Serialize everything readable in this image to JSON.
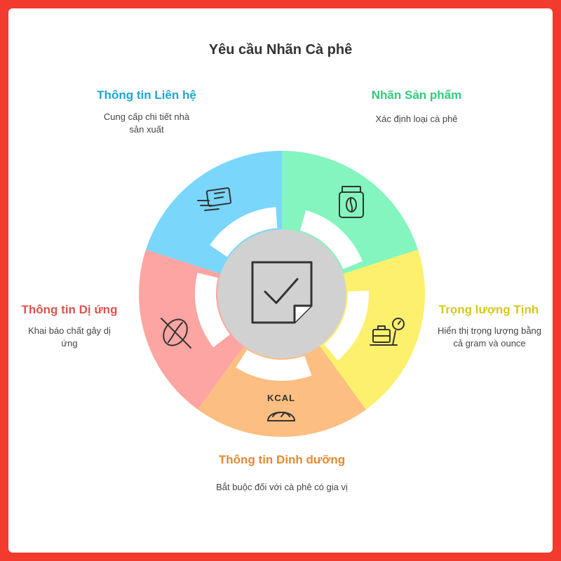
{
  "title": "Yêu cầu Nhãn Cà phê",
  "sections": [
    {
      "key": "contact",
      "label": "Thông tin Liên hệ",
      "description": "Cung cấp chi tiết nhà sản xuất",
      "color": "#7ad6fb",
      "label_color": "#1aa6d6",
      "icon": "business-card-icon"
    },
    {
      "key": "product",
      "label": "Nhãn Sản phẩm",
      "description": "Xác định loại cà phê",
      "color": "#84f5be",
      "label_color": "#2ecc7a",
      "icon": "coffee-jar-icon"
    },
    {
      "key": "weight",
      "label": "Trọng lượng Tịnh",
      "description": "Hiển thị trọng lượng bằng cả gram và ounce",
      "color": "#fdf06c",
      "label_color": "#d6c81a",
      "icon": "weighing-scale-icon"
    },
    {
      "key": "nutrition",
      "label": "Thông tin Dinh dưỡng",
      "description": "Bắt buộc đối với cà phê có gia vị",
      "color": "#fdbe82",
      "label_color": "#e6892e",
      "icon": "kcal-scale-icon",
      "icon_text": "KCAL"
    },
    {
      "key": "allergy",
      "label": "Thông tin Dị ứng",
      "description": "Khai báo chất gây dị ứng",
      "color": "#fda5a2",
      "label_color": "#e0524c",
      "icon": "no-coffee-bean-icon"
    }
  ],
  "center_icon": "checked-note-icon",
  "colors": {
    "background": "#f23a2e",
    "inner_circle": "#d1d1d1",
    "outline": "#333333"
  }
}
